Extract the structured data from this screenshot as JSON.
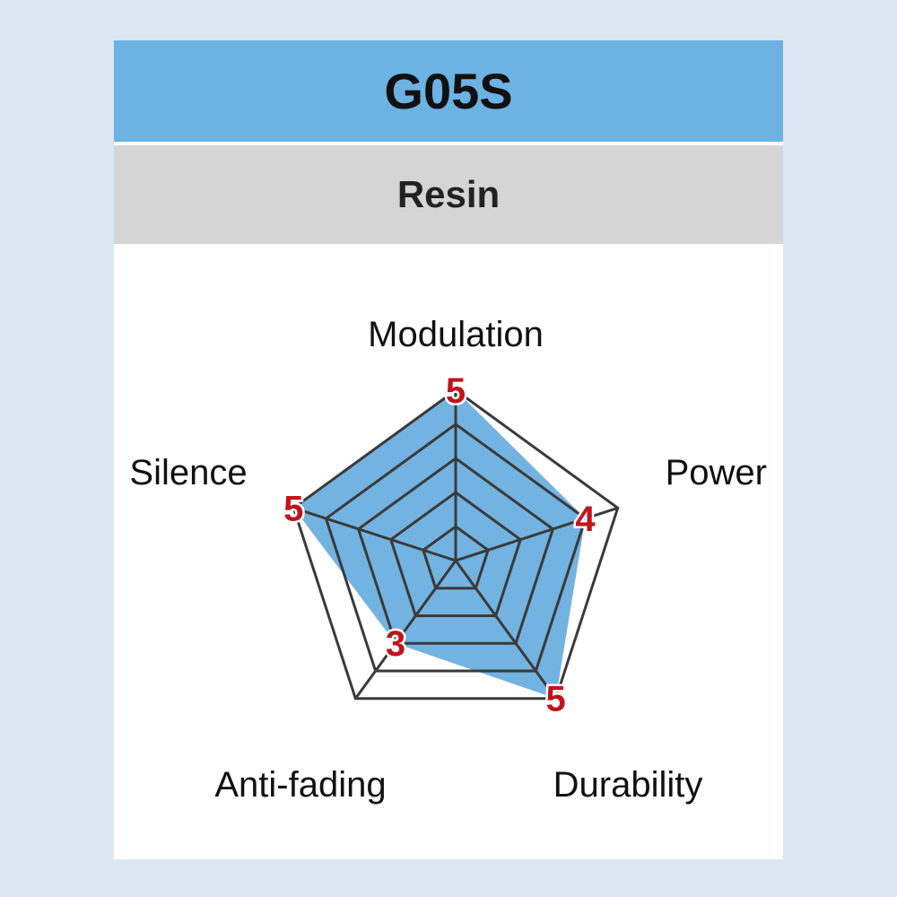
{
  "header": {
    "title": "G05S",
    "subtitle": "Resin"
  },
  "chart_data": {
    "type": "radar",
    "categories": [
      "Modulation",
      "Power",
      "Durability",
      "Anti-fading",
      "Silence"
    ],
    "values": [
      5,
      4,
      5,
      3,
      5
    ],
    "range": [
      0,
      5
    ],
    "levels": 5,
    "fill_color": "#5aa6dc",
    "value_color": "#c0141c"
  }
}
